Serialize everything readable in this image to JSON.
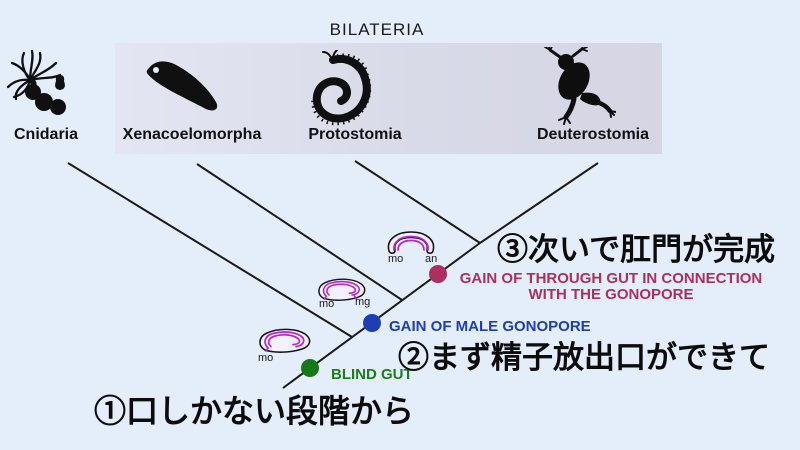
{
  "diagram": {
    "clade_label": "BILATERIA",
    "taxa": [
      {
        "label": "Cnidaria"
      },
      {
        "label": "Xenacoelomorpha"
      },
      {
        "label": "Protostomia"
      },
      {
        "label": "Deuterostomia"
      }
    ],
    "events": [
      {
        "label": "BLIND GUT",
        "color": "#1b7e1b"
      },
      {
        "label": "GAIN OF MALE GONOPORE",
        "color": "#1e3eb4"
      },
      {
        "label_line1": "GAIN OF THROUGH GUT IN CONNECTION",
        "label_line2": "WITH THE GONOPORE",
        "color": "#ad2f60"
      }
    ],
    "worms": [
      {
        "labels": {
          "mouth": "mo"
        }
      },
      {
        "labels": {
          "mouth": "mo",
          "gonopore": "mg"
        }
      },
      {
        "labels": {
          "mouth": "mo",
          "anus": "an"
        }
      }
    ]
  },
  "annotations_ja": [
    {
      "text": "①口しかない段階から"
    },
    {
      "text": "②まず精子放出口ができて"
    },
    {
      "text": "③次いで肛門が完成"
    }
  ],
  "colors": {
    "background": "#e4edfa",
    "bilateria_band": "#dadbe9",
    "tree_line": "#1a1a1a",
    "blind_gut_green": "#1b7e1b",
    "male_gonopore_blue": "#1e3eb4",
    "through_gut_crimson": "#ad2f60",
    "worm_gut_magenta": "#bd24cf"
  }
}
